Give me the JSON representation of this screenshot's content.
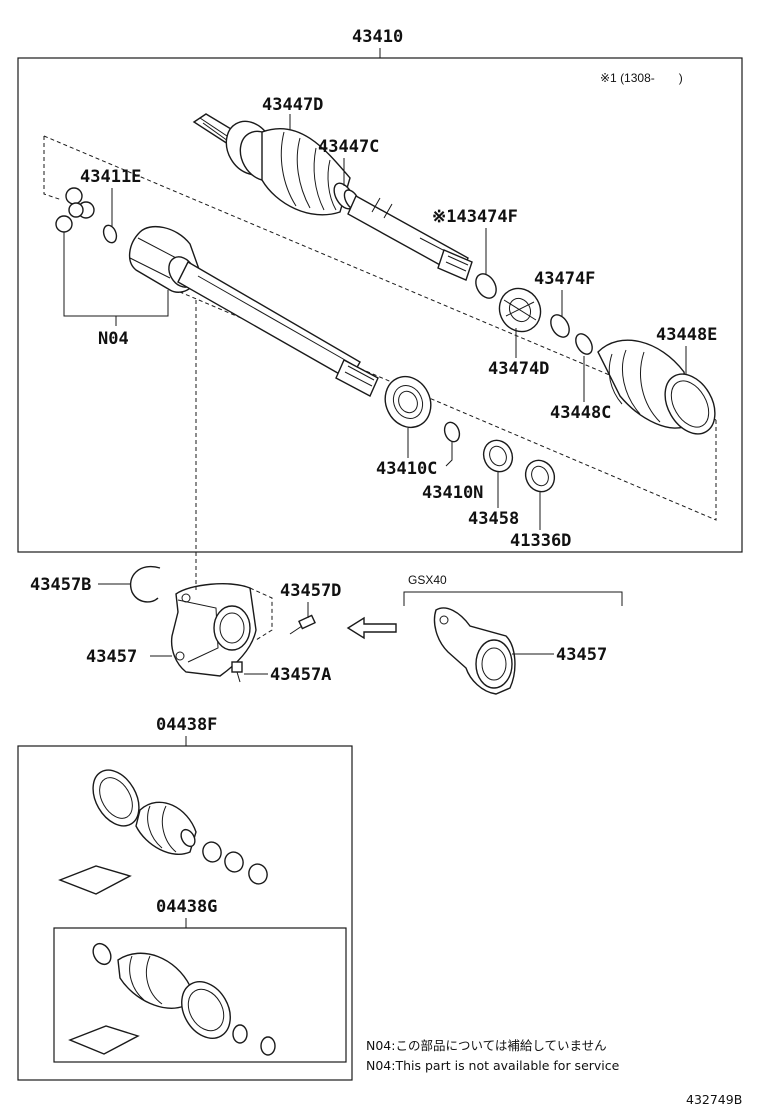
{
  "main_assembly": {
    "part_number": "43410",
    "note": "※1 (1308-　　)"
  },
  "labels": {
    "l43447D": "43447D",
    "l43447C": "43447C",
    "l43411E": "43411E",
    "l43474F_1": "※143474F",
    "l43474F_2": "43474F",
    "l43448E": "43448E",
    "lN04": "N04",
    "l43474D": "43474D",
    "l43448C": "43448C",
    "l43410C": "43410C",
    "l43410N": "43410N",
    "l43458": "43458",
    "l41336D": "41336D",
    "l43457B": "43457B",
    "l43457D": "43457D",
    "l43457": "43457",
    "l43457A": "43457A",
    "lGSX40": "GSX40",
    "l43457_gsx": "43457",
    "l04438F": "04438F",
    "l04438G": "04438G"
  },
  "notes": {
    "jp": "N04:この部品については補給していません",
    "en": "N04:This part is not available for service"
  },
  "figure_id": "432749B"
}
